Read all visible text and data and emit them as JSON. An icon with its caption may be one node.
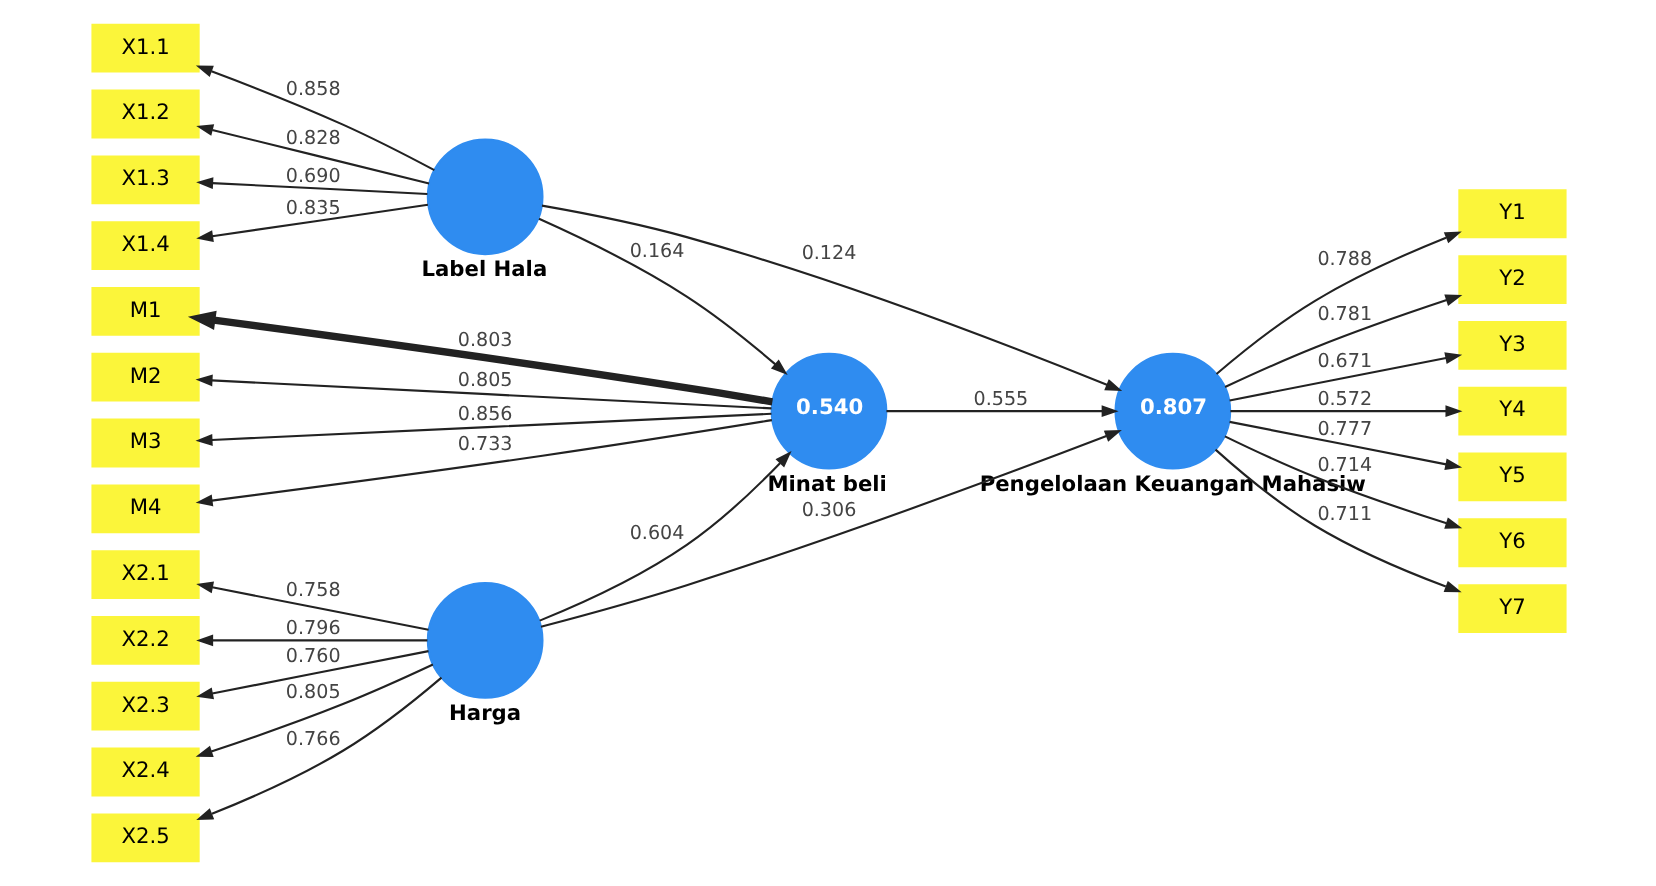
{
  "diagram": {
    "nodes": [
      {
        "text": [
          "X1.1"
        ]
      },
      {
        "text": [
          "X1.2"
        ]
      },
      {
        "text": [
          "X1.3"
        ]
      },
      {
        "text": [
          "X1.4"
        ]
      },
      {
        "text": [
          "Label Hala"
        ]
      },
      {
        "text": [
          "M1"
        ]
      },
      {
        "text": [
          "M2"
        ]
      },
      {
        "text": [
          "M3"
        ]
      },
      {
        "text": [
          "M4"
        ]
      },
      {
        "text": [
          "0.540",
          "Minat beli"
        ]
      },
      {
        "text": [
          "X2.1"
        ]
      },
      {
        "text": [
          "X2.2"
        ]
      },
      {
        "text": [
          "X2.3"
        ]
      },
      {
        "text": [
          "X2.4"
        ]
      },
      {
        "text": [
          "X2.5"
        ]
      },
      {
        "text": [
          "Harga"
        ]
      },
      {
        "text": [
          "0.807",
          "Pengelolaan Keuangan Mahasiw"
        ]
      },
      {
        "text": [
          "Y1"
        ]
      },
      {
        "text": [
          "Y2"
        ]
      },
      {
        "text": [
          "Y3"
        ]
      },
      {
        "text": [
          "Y4"
        ]
      },
      {
        "text": [
          "Y5"
        ]
      },
      {
        "text": [
          "Y6"
        ]
      },
      {
        "text": [
          "Y7"
        ]
      }
    ],
    "edges": [
      {
        "from": 4,
        "to": 0,
        "arrow": "to",
        "label": "0.858"
      },
      {
        "from": 4,
        "to": 1,
        "arrow": "to",
        "label": "0.828"
      },
      {
        "from": 4,
        "to": 2,
        "arrow": "to",
        "label": "0.690"
      },
      {
        "from": 4,
        "to": 3,
        "arrow": "to",
        "label": "0.835"
      },
      {
        "from": 4,
        "to": 9,
        "arrow": "to",
        "label": "0.164"
      },
      {
        "from": 4,
        "to": 16,
        "arrow": "to",
        "label": "0.124"
      },
      {
        "from": 9,
        "to": 5,
        "arrow": "to",
        "label": "0.803",
        "style": "thick"
      },
      {
        "from": 9,
        "to": 6,
        "arrow": "to",
        "label": "0.805"
      },
      {
        "from": 9,
        "to": 7,
        "arrow": "to",
        "label": "0.856"
      },
      {
        "from": 9,
        "to": 8,
        "arrow": "to",
        "label": "0.733"
      },
      {
        "from": 9,
        "to": 16,
        "arrow": "to",
        "label": "0.555"
      },
      {
        "from": 15,
        "to": 10,
        "arrow": "to",
        "label": "0.758"
      },
      {
        "from": 15,
        "to": 11,
        "arrow": "to",
        "label": "0.796"
      },
      {
        "from": 15,
        "to": 12,
        "arrow": "to",
        "label": "0.760"
      },
      {
        "from": 15,
        "to": 13,
        "arrow": "to",
        "label": "0.805"
      },
      {
        "from": 15,
        "to": 14,
        "arrow": "to",
        "label": "0.766"
      },
      {
        "from": 15,
        "to": 9,
        "arrow": "to",
        "label": "0.604"
      },
      {
        "from": 15,
        "to": 16,
        "arrow": "to",
        "label": "0.306"
      },
      {
        "from": 16,
        "to": 17,
        "arrow": "to",
        "label": "0.788"
      },
      {
        "from": 16,
        "to": 18,
        "arrow": "to",
        "label": "0.781"
      },
      {
        "from": 16,
        "to": 19,
        "arrow": "to",
        "label": "0.671"
      },
      {
        "from": 16,
        "to": 20,
        "arrow": "to",
        "label": "0.572"
      },
      {
        "from": 16,
        "to": 21,
        "arrow": "to",
        "label": "0.777"
      },
      {
        "from": 16,
        "to": 22,
        "arrow": "to",
        "label": "0.714"
      },
      {
        "from": 16,
        "to": 23,
        "arrow": "to",
        "label": "0.711"
      }
    ]
  }
}
